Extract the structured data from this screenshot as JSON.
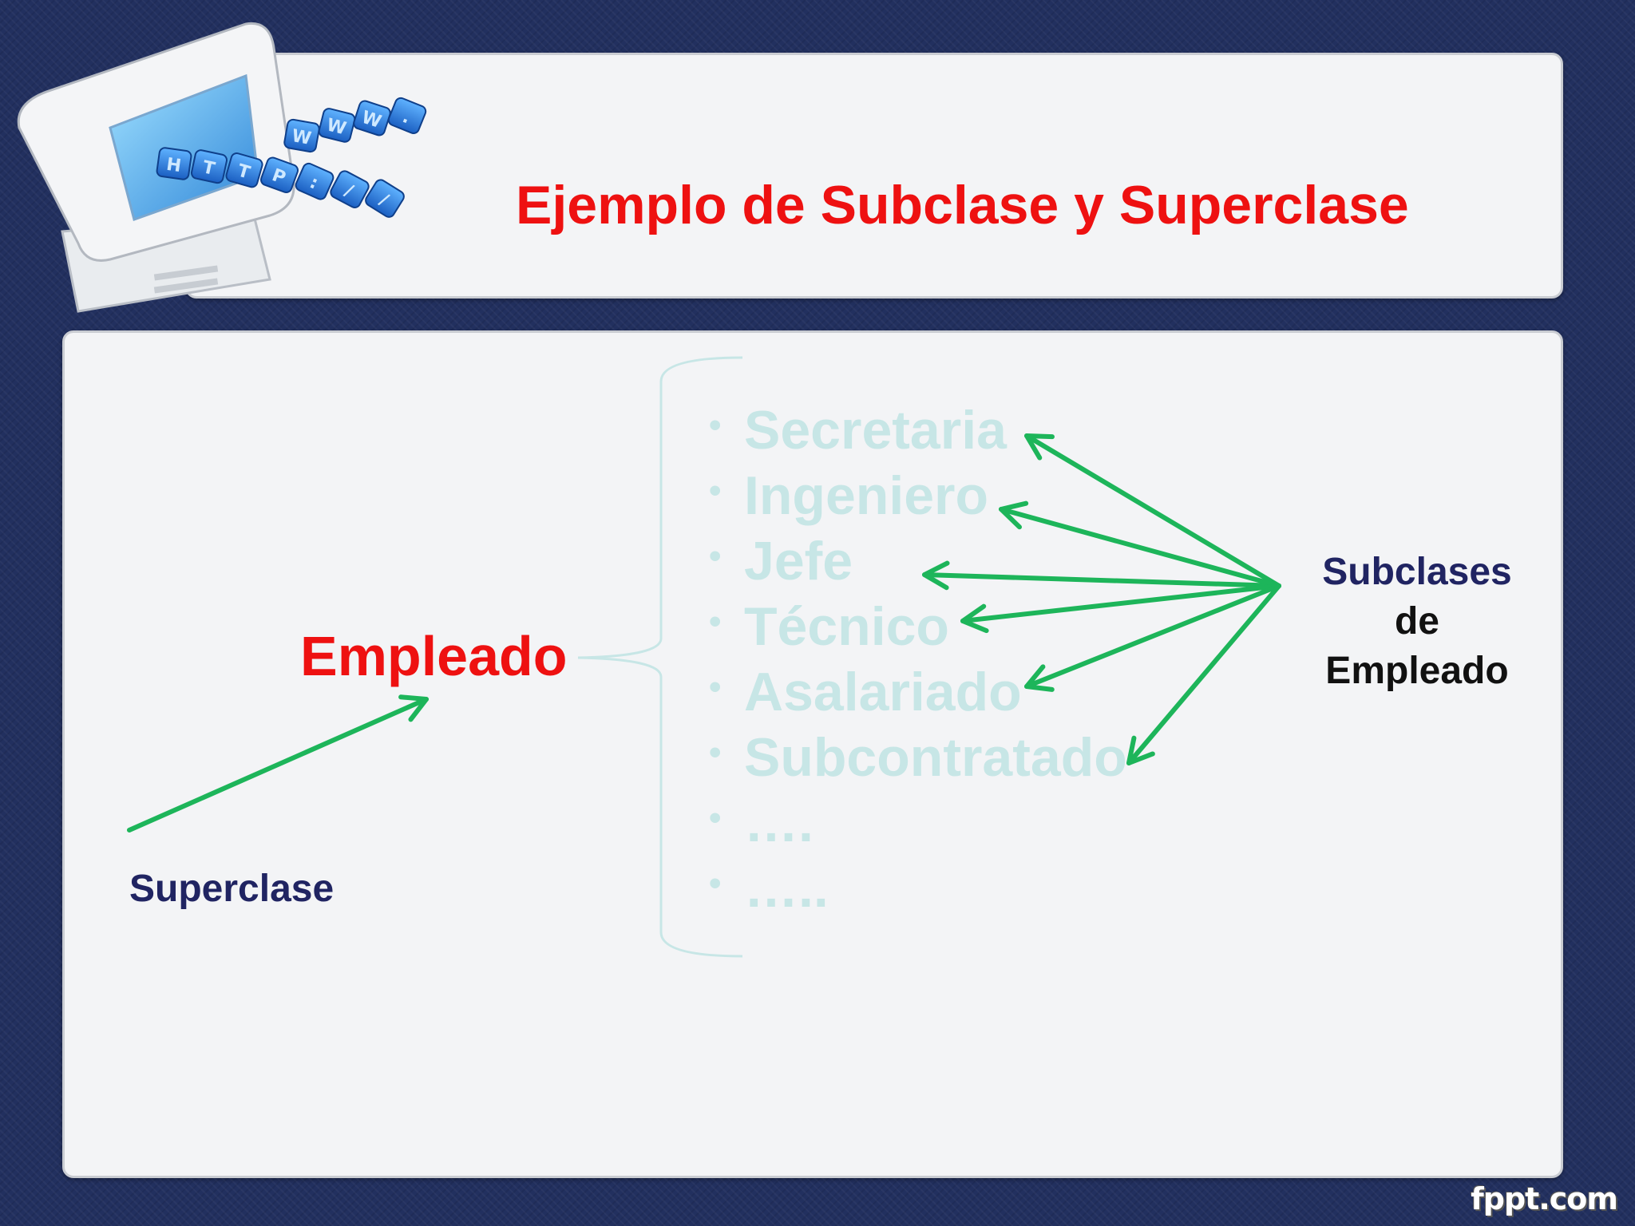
{
  "slide": {
    "title": "Ejemplo de Subclase y Superclase",
    "superclass": "Empleado",
    "superclass_caption": "Superclase",
    "subclass_caption": [
      "Subclases",
      "de",
      "Empleado"
    ],
    "subclasses": [
      "Secretaria",
      "Ingeniero",
      "Jefe",
      "Técnico",
      "Asalariado",
      "Subcontratado",
      "….",
      "….."
    ]
  },
  "logo": {
    "icon": "computer-www-icon",
    "keys_top": [
      "W",
      "W",
      "W",
      "."
    ],
    "keys_bottom": [
      "H",
      "T",
      "T",
      "P",
      ":",
      "/",
      "/"
    ]
  },
  "footer": {
    "brand": "fppt.com"
  },
  "colors": {
    "background": "#22305f",
    "title": "#ee1111",
    "arrow": "#1db55a",
    "caption": "#202462",
    "list_faded": "#c7e6e6"
  }
}
